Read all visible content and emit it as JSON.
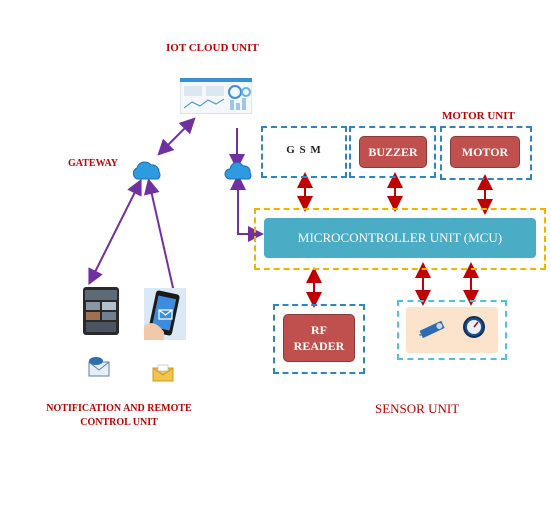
{
  "labels": {
    "iot_cloud_unit": "IOT CLOUD UNIT",
    "gateway": "GATEWAY",
    "motor_unit": "MOTOR UNIT",
    "notification_unit_line1": "NOTIFICATION AND REMOTE",
    "notification_unit_line2": "CONTROL UNIT",
    "sensor_unit": "SENSOR UNIT"
  },
  "boxes": {
    "gsm": "G S M",
    "buzzer": "BUZZER",
    "motor": "MOTOR",
    "mcu": "MICROCONTROLLER UNIT (MCU)",
    "rf_reader_line1": "RF",
    "rf_reader_line2": "READER"
  },
  "icons": {
    "cloud_dashboard": "dashboard-screenshot-icon",
    "gateway": "cloud-icon",
    "phone_app": "smartphone-app-icon",
    "phone_email": "phone-email-icon",
    "email": "email-icon",
    "mail": "mail-envelope-icon",
    "sensor_module": "sensor-module-icon",
    "gauge": "gauge-icon"
  },
  "colors": {
    "red_label": "#c00000",
    "red_box": "#c0504d",
    "mcu_fill": "#4bacc6",
    "dashed_blue": "#2e86c1",
    "dashed_yellow": "#f0b400",
    "arrow_purple": "#7030a0",
    "arrow_red": "#c00000"
  }
}
